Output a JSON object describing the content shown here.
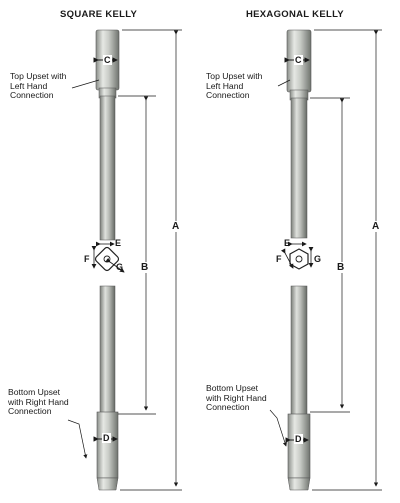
{
  "titles": {
    "square": "SQUARE KELLY",
    "hexagonal": "HEXAGONAL KELLY"
  },
  "annotations": {
    "top_upset_line1": "Top Upset with",
    "top_upset_line2": "Left Hand",
    "top_upset_line3": "Connection",
    "bottom_upset_line1": "Bottom Upset",
    "bottom_upset_line2": "with Right Hand",
    "bottom_upset_line3": "Connection"
  },
  "dimensions": {
    "a": "A",
    "b": "B",
    "c": "C",
    "d": "D",
    "e": "E",
    "f": "F",
    "g": "G"
  },
  "colors": {
    "steel_light": "#d9dbd6",
    "steel_dark": "#7d817c",
    "line": "#1a1a1a",
    "background": "#ffffff"
  }
}
